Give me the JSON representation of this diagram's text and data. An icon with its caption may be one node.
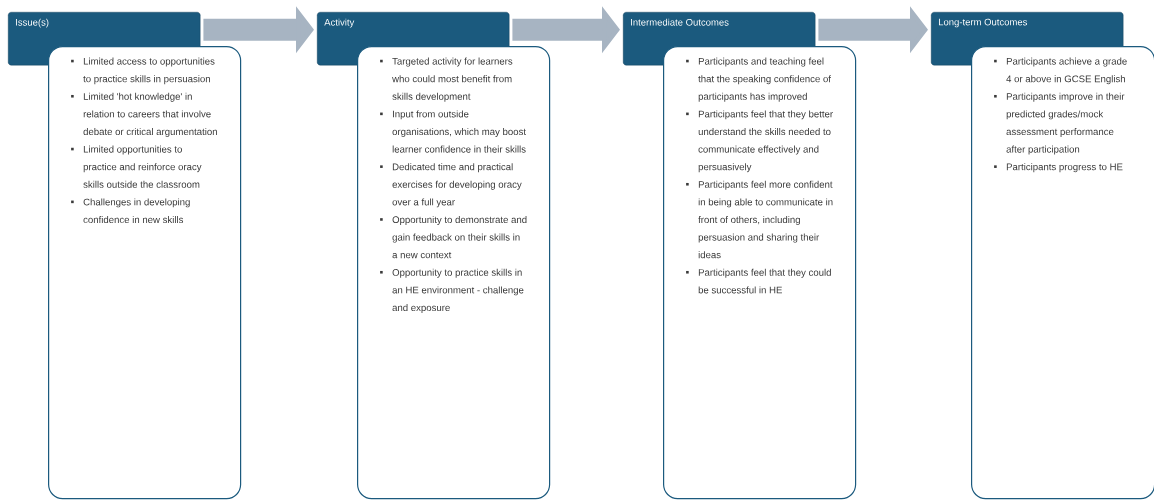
{
  "diagram": {
    "nodes": [
      {
        "text": [
          "Issue(s)"
        ]
      },
      {
        "text": [
          "Limited access to opportunities to practice skills in persuasion",
          "Limited 'hot knowledge' in relation to careers that involve debate or critical argumentation",
          "Limited opportunities to practice and reinforce oracy skills outside the classroom",
          "Challenges in developing confidence in new skills"
        ]
      },
      {
        "text": [
          "Activity"
        ]
      },
      {
        "text": [
          "Targeted activity for learners who could most benefit from skills development",
          "Input from outside organisations, which may boost learner confidence in their skills",
          "Dedicated time and practical exercises for developing oracy over a full year",
          "Opportunity to demonstrate and gain feedback on their skills in a new context",
          "Opportunity to practice skills in an HE environment - challenge and exposure"
        ]
      },
      {
        "text": [
          "Intermediate Outcomes"
        ]
      },
      {
        "text": [
          "Participants and teaching feel that the speaking confidence of participants has improved",
          "Participants feel that they better understand the skills needed to communicate effectively and persuasively",
          "Participants feel more confident in being able to communicate in front of others, including persuasion and sharing their ideas",
          "Participants feel that they could be successful in HE"
        ]
      },
      {
        "text": [
          "Long-term Outcomes"
        ]
      },
      {
        "text": [
          "Participants achieve a grade 4 or above in GCSE English",
          "Participants improve in their predicted grades/mock assessment performance after participation",
          "Participants progress to HE"
        ]
      }
    ],
    "edges": [
      {
        "from": 0,
        "to": 2,
        "arrow": "to"
      },
      {
        "from": 2,
        "to": 4,
        "arrow": "to"
      },
      {
        "from": 4,
        "to": 6,
        "arrow": "to"
      }
    ]
  }
}
